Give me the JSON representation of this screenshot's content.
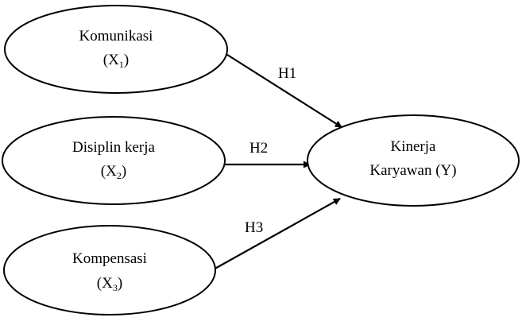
{
  "nodes": {
    "x1": {
      "name": "Komunikasi",
      "sym": "X",
      "sub": "1",
      "close": ")"
    },
    "x2": {
      "name": "Disiplin kerja",
      "sym": "X",
      "sub": "2",
      "close": ")"
    },
    "x3": {
      "name": "Kompensasi",
      "sym": "X",
      "sub": "3",
      "close": ")"
    },
    "y": {
      "line1": "Kinerja",
      "line2": "Karyawan (Y)"
    }
  },
  "edges": {
    "h1": {
      "label": "H1",
      "from": "x1",
      "to": "y"
    },
    "h2": {
      "label": "H2",
      "from": "x2",
      "to": "y"
    },
    "h3": {
      "label": "H3",
      "from": "x3",
      "to": "y"
    }
  }
}
